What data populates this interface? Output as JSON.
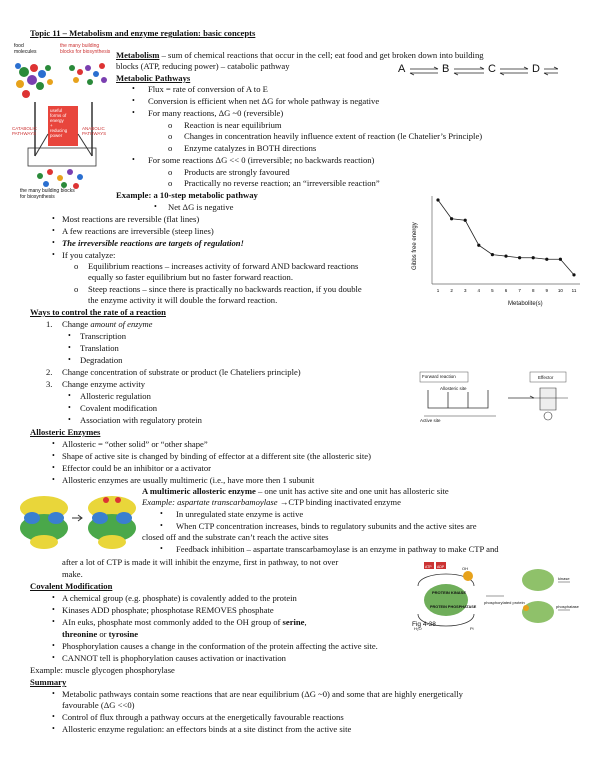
{
  "title": "Topic 11 – Metabolism and enzyme regulation: basic concepts",
  "metabolism": {
    "term": "Metabolism",
    "def1": " – sum of chemical reactions that occur in the cell; eat food and get broken down into building",
    "def2": "blocks (ATP, reducing power) – catabolic pathway"
  },
  "pathway_letters": [
    "A",
    "B",
    "C",
    "D"
  ],
  "fig1_labels": {
    "food": "food\nmolecules",
    "small": "the many building\nblocks for biosynthesis",
    "catabolic": "CATABOLIC\nPATHWAYS",
    "useful": "useful\nforms of\nenergy\n+\nreducing\npower",
    "anabolic": "ANABOLIC\nPATHWAYS",
    "bottom": "the many building blocks\nfor biosynthesis"
  },
  "metabolic_pathways": {
    "heading": "Metabolic Pathways",
    "items": [
      "Flux = rate of conversion of A to E",
      "Conversion is efficient when net ΔG for whole pathway is negative",
      "For many reactions, ΔG ~0 (reversible)",
      "For some reactions ΔG << 0 (irreversible; no backwards reaction)"
    ],
    "sub_many": [
      "Reaction is near equilibrium",
      "Changes in concentration heavily influence extent of reaction (le Chatelier’s Principle)",
      "Enzyme catalyzes in BOTH directions"
    ],
    "sub_some": [
      "Products are strongly favoured",
      "Practically no reverse reaction; an “irreversible reaction”"
    ]
  },
  "example": {
    "heading": "Example: a 10-step metabolic pathway",
    "net": "Net ΔG is negative",
    "items": [
      "Most reactions are reversible (flat lines)",
      "A few reactions are irreversible (steep lines)",
      "The irreversible reactions are targets of regulation!",
      "If you catalyze:"
    ],
    "catalyze": [
      [
        "Equilibrium reactions – increases activity of forward AND backward reactions",
        "equally so faster equilibrium but no faster forward reaction."
      ],
      [
        "Steep reactions – since there is practically no backwards reaction, if you double",
        "the enzyme activity it will double the forward reaction."
      ]
    ]
  },
  "chart_data": {
    "type": "line",
    "xlabel": "Metabolite(s)",
    "ylabel": "Gibbs free energy",
    "x": [
      1,
      2,
      3,
      4,
      5,
      6,
      7,
      8,
      9,
      10,
      11
    ],
    "y": [
      10,
      7.6,
      7.4,
      4.2,
      3.0,
      2.8,
      2.6,
      2.6,
      2.4,
      2.4,
      0.4
    ]
  },
  "ways": {
    "heading": "Ways to control the rate of a reaction",
    "n1a": "Change ",
    "n1b": "amount of enzyme",
    "n1_sub": [
      "Transcription",
      "Translation",
      "Degradation"
    ],
    "n2": "Change concentration of substrate or product (le Chateliers principle)",
    "n3": "Change enzyme activity",
    "n3_sub": [
      "Allosteric regulation",
      "Covalent modification",
      "Association with regulatory protein"
    ],
    "nums": [
      "1.",
      "2.",
      "3."
    ]
  },
  "fig2_labels": {
    "top": "Forward reaction",
    "left": "Allosteric site",
    "active": "Active site",
    "effector": "Effector"
  },
  "allosteric": {
    "heading": "Allosteric Enzymes",
    "items": [
      "Allosteric = “other solid” or “other shape”",
      "Shape of active site is changed by binding of effector at a different site (the allosteric site)",
      "Effector could be an inhibitor or a activator",
      "Allosteric enzymes are usually multimeric (i.e., have more then 1 subunit"
    ],
    "multi_b": "A multimeric allosteric enzyme",
    "multi_r": " – one unit has active site and one unit has allosteric site",
    "ex_i": "Example: aspartate transcarbamoylase ",
    "ex_r": "CTP binding inactivated enzyme",
    "bullets": [
      "In unregulated state enzyme is active",
      "When CTP concentration increases, binds to regulatory subunits and the active sites are",
      "closed off and the substrate can’t reach the active sites",
      "Feedback inhibition – aspartate transcarbamoylase is an enzyme in pathway to make CTP and",
      "after a lot of CTP is made it will inhibit the enzyme, first in pathway, to not over",
      "make."
    ]
  },
  "covalent": {
    "heading": "Covalent Modification",
    "items": [
      "A chemical group (e.g. phosphate) is covalently added to the protein",
      "Kinases ADD phosphate; phosphotase REMOVES phosphate",
      "Phosphorylation causes a change in the conformation of the protein affecting the active site.",
      "CANNOT tell is phophorylation causes activation or inactivation"
    ],
    "euk1": "AIn euks, phosphate most commonly added to the OH group of ",
    "serine": "serine",
    "comma": ",",
    "threonine": "threonine",
    "or": " or ",
    "tyrosine": "tyrosine",
    "example": "Example: muscle glycogen phosphorylase"
  },
  "fig3": {
    "caption": "Fig 4-38",
    "labels": [
      "ATP",
      "ADP",
      "OH",
      "PROTEIN KINASE",
      "PROTEIN PHOSPHATASE",
      "Pi",
      "H₂O",
      "phosphorylated protein",
      "kinase",
      "phosphatase"
    ]
  },
  "summary": {
    "heading": "Summary",
    "items": [
      [
        "Metabolic pathways contain some reactions that are near equilibrium (ΔG ~0) and some that are highly energetically",
        "favourable (ΔG <<0)"
      ],
      [
        "Control of flux through a pathway occurs at the energetically favourable reactions"
      ],
      [
        "Allosteric enzyme regulation: an effectors binds at a site distinct from the active site"
      ]
    ]
  }
}
